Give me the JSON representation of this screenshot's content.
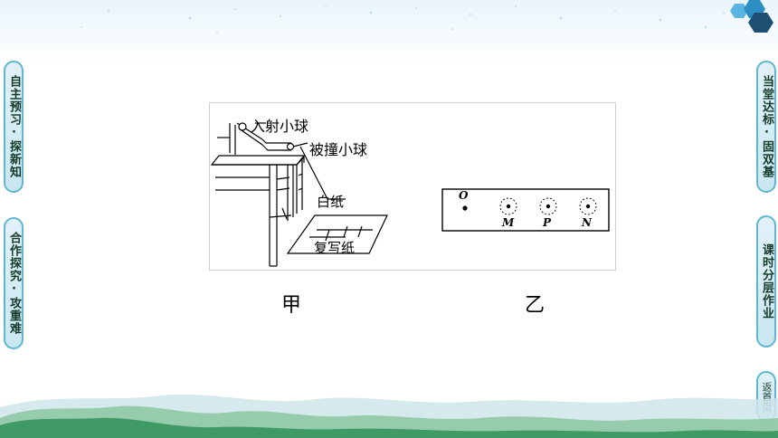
{
  "left_nav": [
    {
      "label": "自主预习·探新知"
    },
    {
      "label": "合作探究·攻重难"
    }
  ],
  "right_nav": [
    {
      "label": "当堂达标·固双基"
    },
    {
      "label": "课时分层作业"
    }
  ],
  "home": {
    "label": "返首页"
  },
  "figure_jia": {
    "incident_ball": "入射小球",
    "target_ball": "被撞小球",
    "white_paper": "白纸",
    "carbon_paper": "复写纸",
    "caption": "甲"
  },
  "figure_yi": {
    "points": [
      "O",
      "M",
      "P",
      "N"
    ],
    "caption": "乙"
  },
  "colors": {
    "tab_border": "#5fb6d2",
    "tab_fill": "#d3ecf4",
    "hex_blue": "#2b8fc4",
    "hex_dark": "#1d4f73",
    "hill_green": "#3f9a66"
  }
}
